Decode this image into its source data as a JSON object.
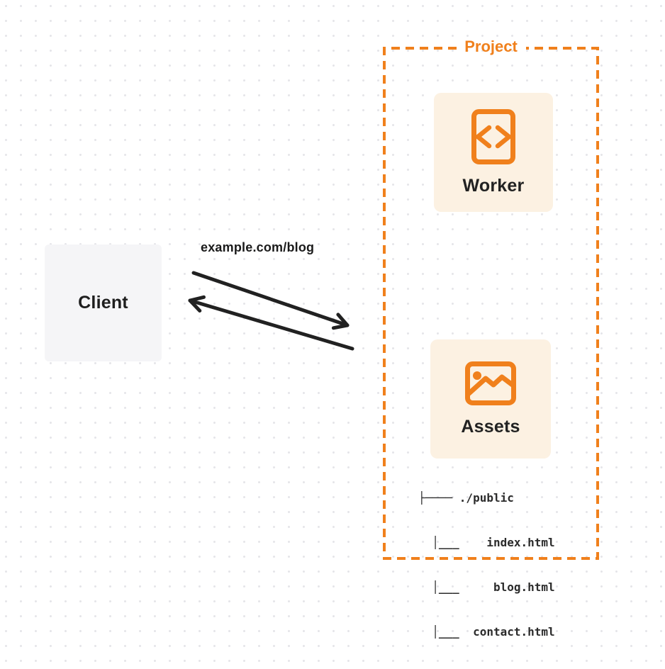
{
  "diagram": {
    "client": {
      "label": "Client"
    },
    "request": {
      "label": "example.com/blog"
    },
    "project": {
      "label": "Project",
      "worker": {
        "label": "Worker",
        "icon": "code-file-icon"
      },
      "assets": {
        "label": "Assets",
        "icon": "image-icon"
      },
      "file_tree": {
        "lines": [
          "├──── ./public",
          "  │___    index.html",
          "  │___     blog.html",
          "  │___  contact.html"
        ]
      }
    },
    "colors": {
      "accent_orange": "#f0801c",
      "card_background": "#fcf1e2",
      "client_background": "#f5f5f7",
      "text_dark": "#1d1d1f",
      "arrow": "#212121",
      "dot_grid": "#e5e5e9"
    }
  }
}
